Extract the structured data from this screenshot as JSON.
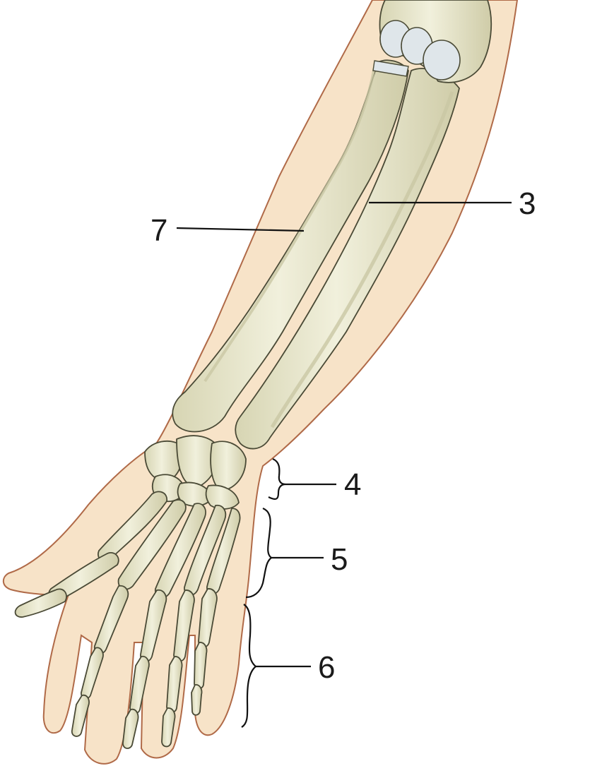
{
  "labels": {
    "three": "3",
    "four": "4",
    "five": "5",
    "six": "6",
    "seven": "7"
  },
  "colors": {
    "skin": "#f7e3c8",
    "skin_outline": "#b06a48",
    "bone": "#ecebd3",
    "bone_shadow": "#c9c7a4",
    "bone_outline": "#4a4a36",
    "cartilage": "#dfe6ea",
    "leader": "#111111"
  }
}
